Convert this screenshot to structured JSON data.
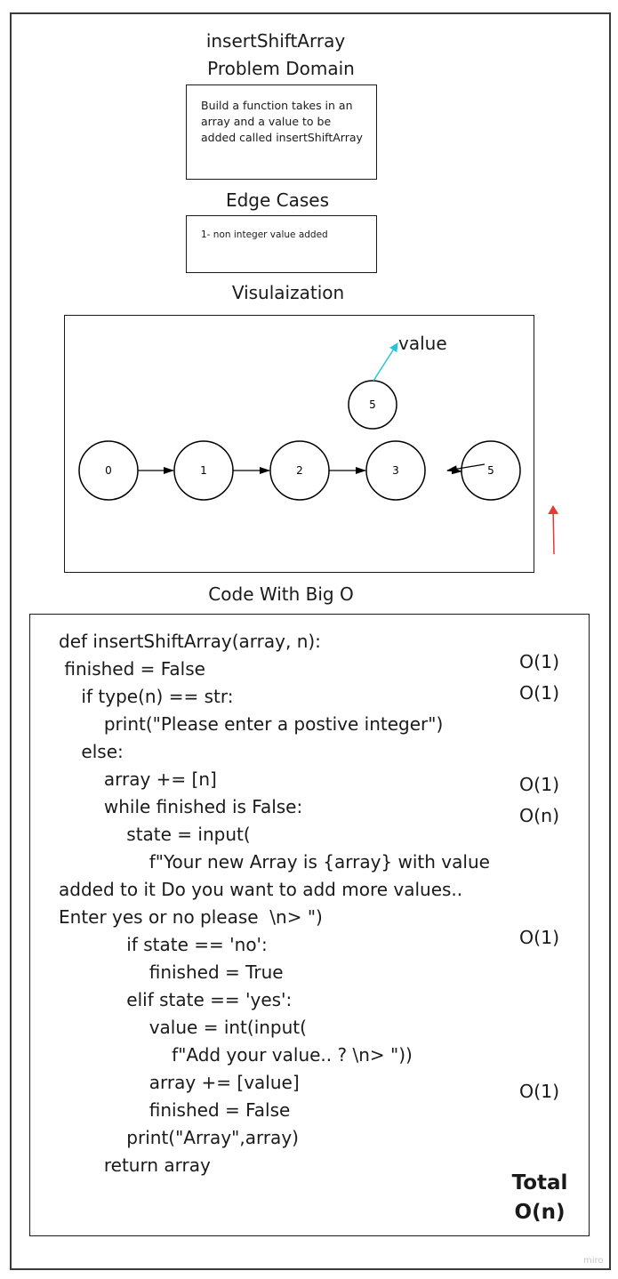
{
  "board": {
    "main_title": "insertShiftArray",
    "problem_domain": {
      "heading": "Problem Domain",
      "text": "Build a function takes in an array and a value to be added called insertShiftArray"
    },
    "edge_cases": {
      "heading": "Edge Cases",
      "text": "1- non integer value added"
    },
    "visualization": {
      "heading": "Visulaization",
      "array_nodes": [
        "0",
        "1",
        "2",
        "3",
        "5"
      ],
      "value_node": "5",
      "value_label": "value",
      "colors": {
        "value_arrow": "#26c6da",
        "red_arrow": "#e53935",
        "stroke": "#000000"
      }
    },
    "code": {
      "heading": "Code With Big O",
      "lines": [
        "def insertShiftArray(array, n):",
        " finished = False",
        "    if type(n) == str:",
        "        print(\"Please enter a postive integer\")",
        "    else:",
        "        array += [n]",
        "        while finished is False:",
        "            state = input(",
        "                f\"Your new Array is {array} with value",
        "added to it Do you want to add more values..",
        "Enter yes or no please  \\n> \")",
        "            if state == 'no':",
        "                finished = True",
        "            elif state == 'yes':",
        "                value = int(input(",
        "                    f\"Add your value.. ? \\n> \"))",
        "                array += [value]",
        "                finished = False",
        "            print(\"Array\",array)",
        "        return array"
      ],
      "complexities": [
        "O(1)",
        "O(1)",
        "O(1)",
        "O(n)",
        "O(1)",
        "O(1)"
      ],
      "total_label": "Total",
      "total_value": "O(n)"
    }
  },
  "watermark": "miro"
}
